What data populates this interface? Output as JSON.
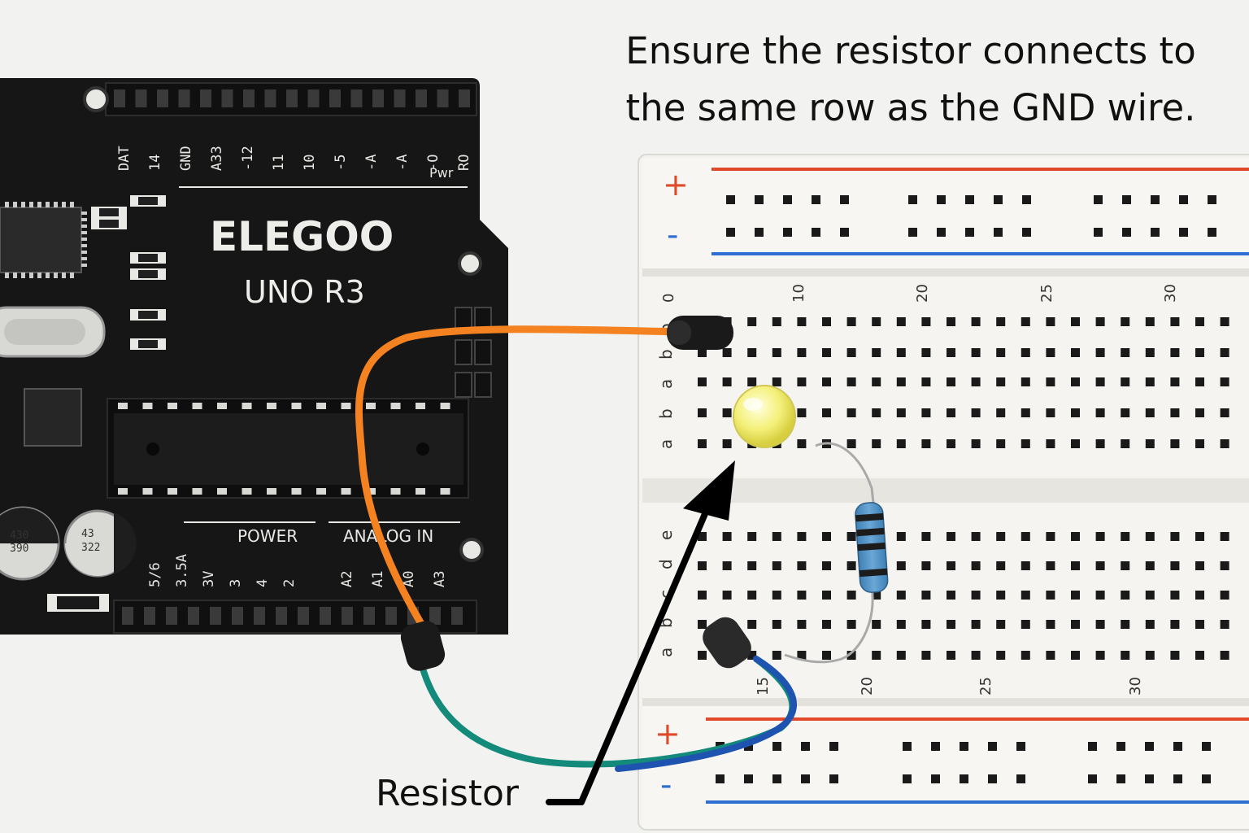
{
  "instruction": {
    "line1": "Ensure the resistor connects to",
    "line2": "the same row as the GND wire."
  },
  "callout_label": "Resistor",
  "board": {
    "brand": "ELEGOO",
    "model": "UNO R3",
    "pwr_label": "Pwr",
    "power_label": "POWER",
    "analog_label": "ANALOG IN",
    "header_labels": [
      "DAT",
      "14",
      "GND",
      "A33",
      "-12",
      "11",
      "10",
      "-5",
      "-A",
      "-A",
      "-O",
      "RO"
    ],
    "power_pins": [
      "5/6",
      "3.5A",
      "3V",
      "3",
      "4",
      "2"
    ],
    "analog_pins": [
      "A2",
      "A1",
      "A0",
      "A3"
    ],
    "chip_text": "",
    "capacitor_text": [
      "430",
      "390",
      "43",
      "322"
    ]
  },
  "breadboard": {
    "rail_plus": "+",
    "rail_minus": "-",
    "top_numbers": [
      "0",
      "10",
      "20",
      "25",
      "30"
    ],
    "top_letters": [
      "b",
      "b",
      "a",
      "b",
      "a"
    ],
    "bottom_letters": [
      "e",
      "d",
      "c",
      "b",
      "a"
    ],
    "bottom_numbers": [
      "15",
      "20",
      "25",
      "30"
    ]
  },
  "colors": {
    "board": "#161616",
    "breadboard": "#f4f3ef",
    "rail_red": "#e04a2a",
    "rail_blue": "#2f6fd1",
    "wire_orange": "#f58220",
    "wire_green": "#138a7a",
    "wire_blue": "#1f53b0",
    "led": "#f4f07a"
  },
  "icons": [
    "arrow-icon"
  ]
}
